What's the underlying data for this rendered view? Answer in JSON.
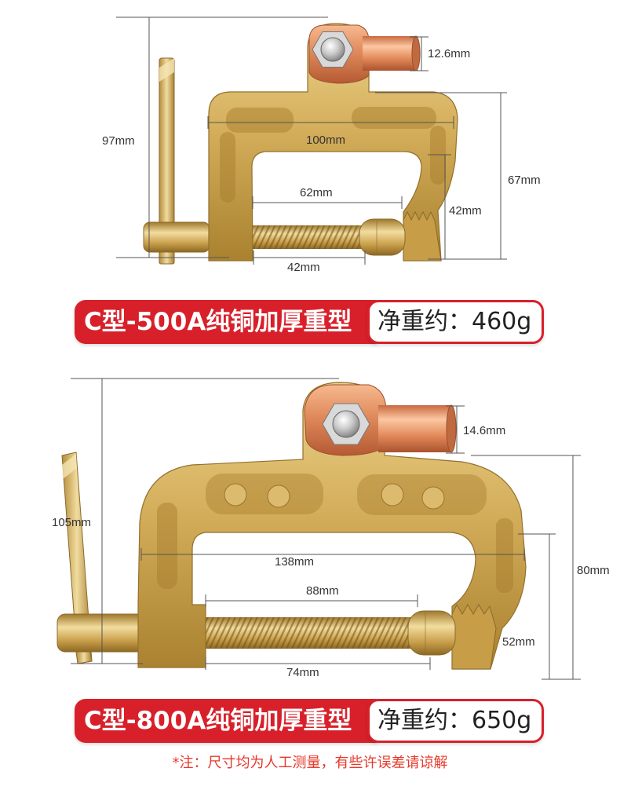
{
  "clamps": [
    {
      "title": "C型-500A纯铜加厚重型",
      "weight": "净重约：460g",
      "dims": {
        "overall_height": "97mm",
        "lug_diameter": "12.6mm",
        "body_width": "100mm",
        "inner_width": "62mm",
        "jaw_height": "42mm",
        "body_height": "67mm",
        "screw_length": "42mm"
      }
    },
    {
      "title": "C型-800A纯铜加厚重型",
      "weight": "净重约：650g",
      "dims": {
        "overall_height": "105mm",
        "lug_diameter": "14.6mm",
        "body_width": "138mm",
        "inner_width": "88mm",
        "body_height": "80mm",
        "jaw_height": "52mm",
        "screw_length": "74mm"
      }
    }
  ],
  "note": "*注：尺寸均为人工测量，有些许误差请谅解",
  "colors": {
    "banner_red": "#d8202a",
    "note_red": "#e8392c",
    "brass": "#d2ad5a",
    "copper": "#e08a5c",
    "dimension_line": "#555555"
  }
}
